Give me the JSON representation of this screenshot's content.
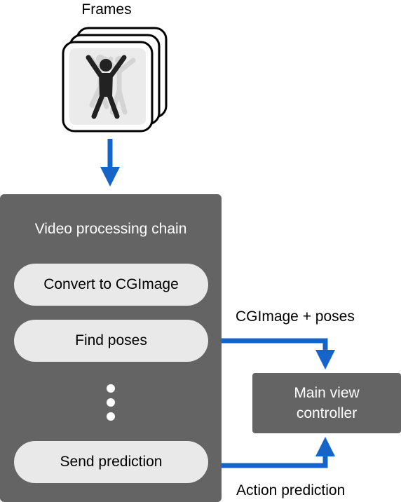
{
  "frames": {
    "title": "Frames",
    "icon": "person-pose-icon"
  },
  "chain": {
    "title": "Video processing chain",
    "steps": [
      "Convert to CGImage",
      "Find poses",
      "Send prediction"
    ]
  },
  "main_view_controller": {
    "label": "Main view controller"
  },
  "edges": {
    "poses_label": "CGImage + poses",
    "prediction_label": "Action prediction"
  },
  "colors": {
    "arrow": "#1565c8",
    "box": "#646464",
    "pill": "#e9e9e9"
  }
}
